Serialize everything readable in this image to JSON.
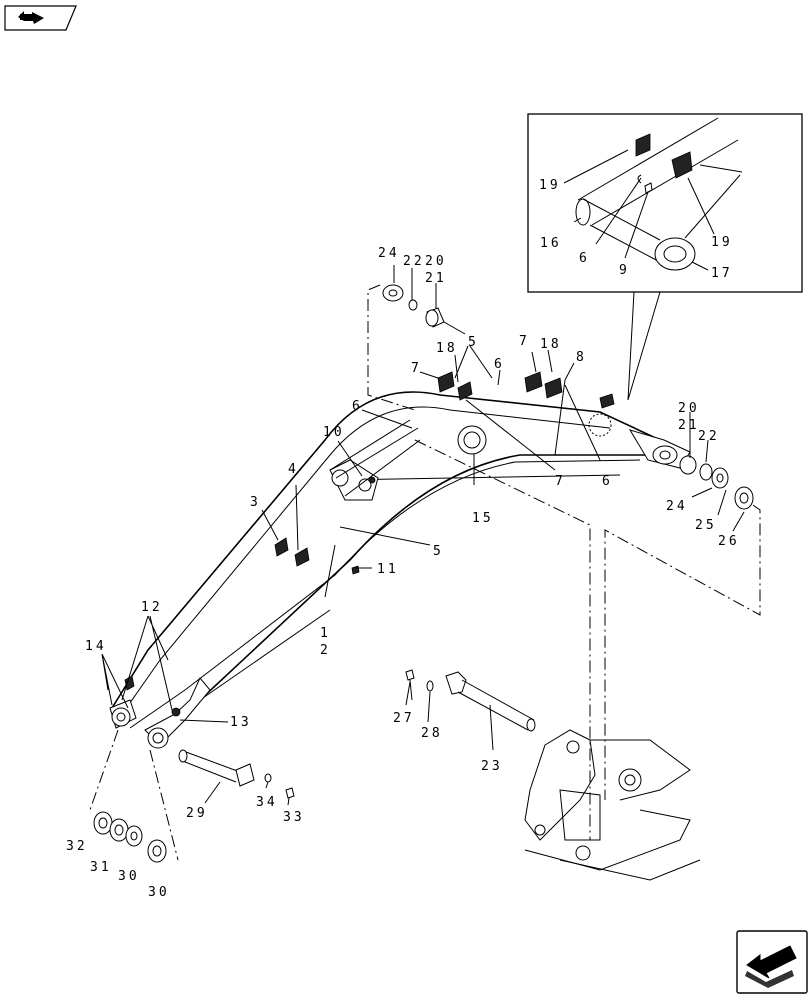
{
  "navigation": {
    "back_icon": "back-arrow-icon",
    "next_icon": "next-arrow-icon"
  },
  "callouts": {
    "c1": "1",
    "c2": "2",
    "c3": "3",
    "c4": "4",
    "c5a": "5",
    "c5b": "5",
    "c6a": "6",
    "c6b": "6",
    "c6c": "6",
    "c6d": "6",
    "c7a": "7",
    "c7b": "7",
    "c7c": "7",
    "c8": "8",
    "c9": "9",
    "c10": "10",
    "c11": "11",
    "c12": "12",
    "c13": "13",
    "c14": "14",
    "c15": "15",
    "c16": "16",
    "c17": "17",
    "c18a": "18",
    "c18b": "18",
    "c19a": "19",
    "c19b": "19",
    "c20a": "20",
    "c20b": "20",
    "c21a": "21",
    "c21b": "21",
    "c22a": "22",
    "c22b": "22",
    "c23": "23",
    "c24a": "24",
    "c24b": "24",
    "c25": "25",
    "c26": "26",
    "c27": "27",
    "c28": "28",
    "c29": "29",
    "c30a": "30",
    "c30b": "30",
    "c31": "31",
    "c32": "32",
    "c33": "33",
    "c34": "34"
  }
}
